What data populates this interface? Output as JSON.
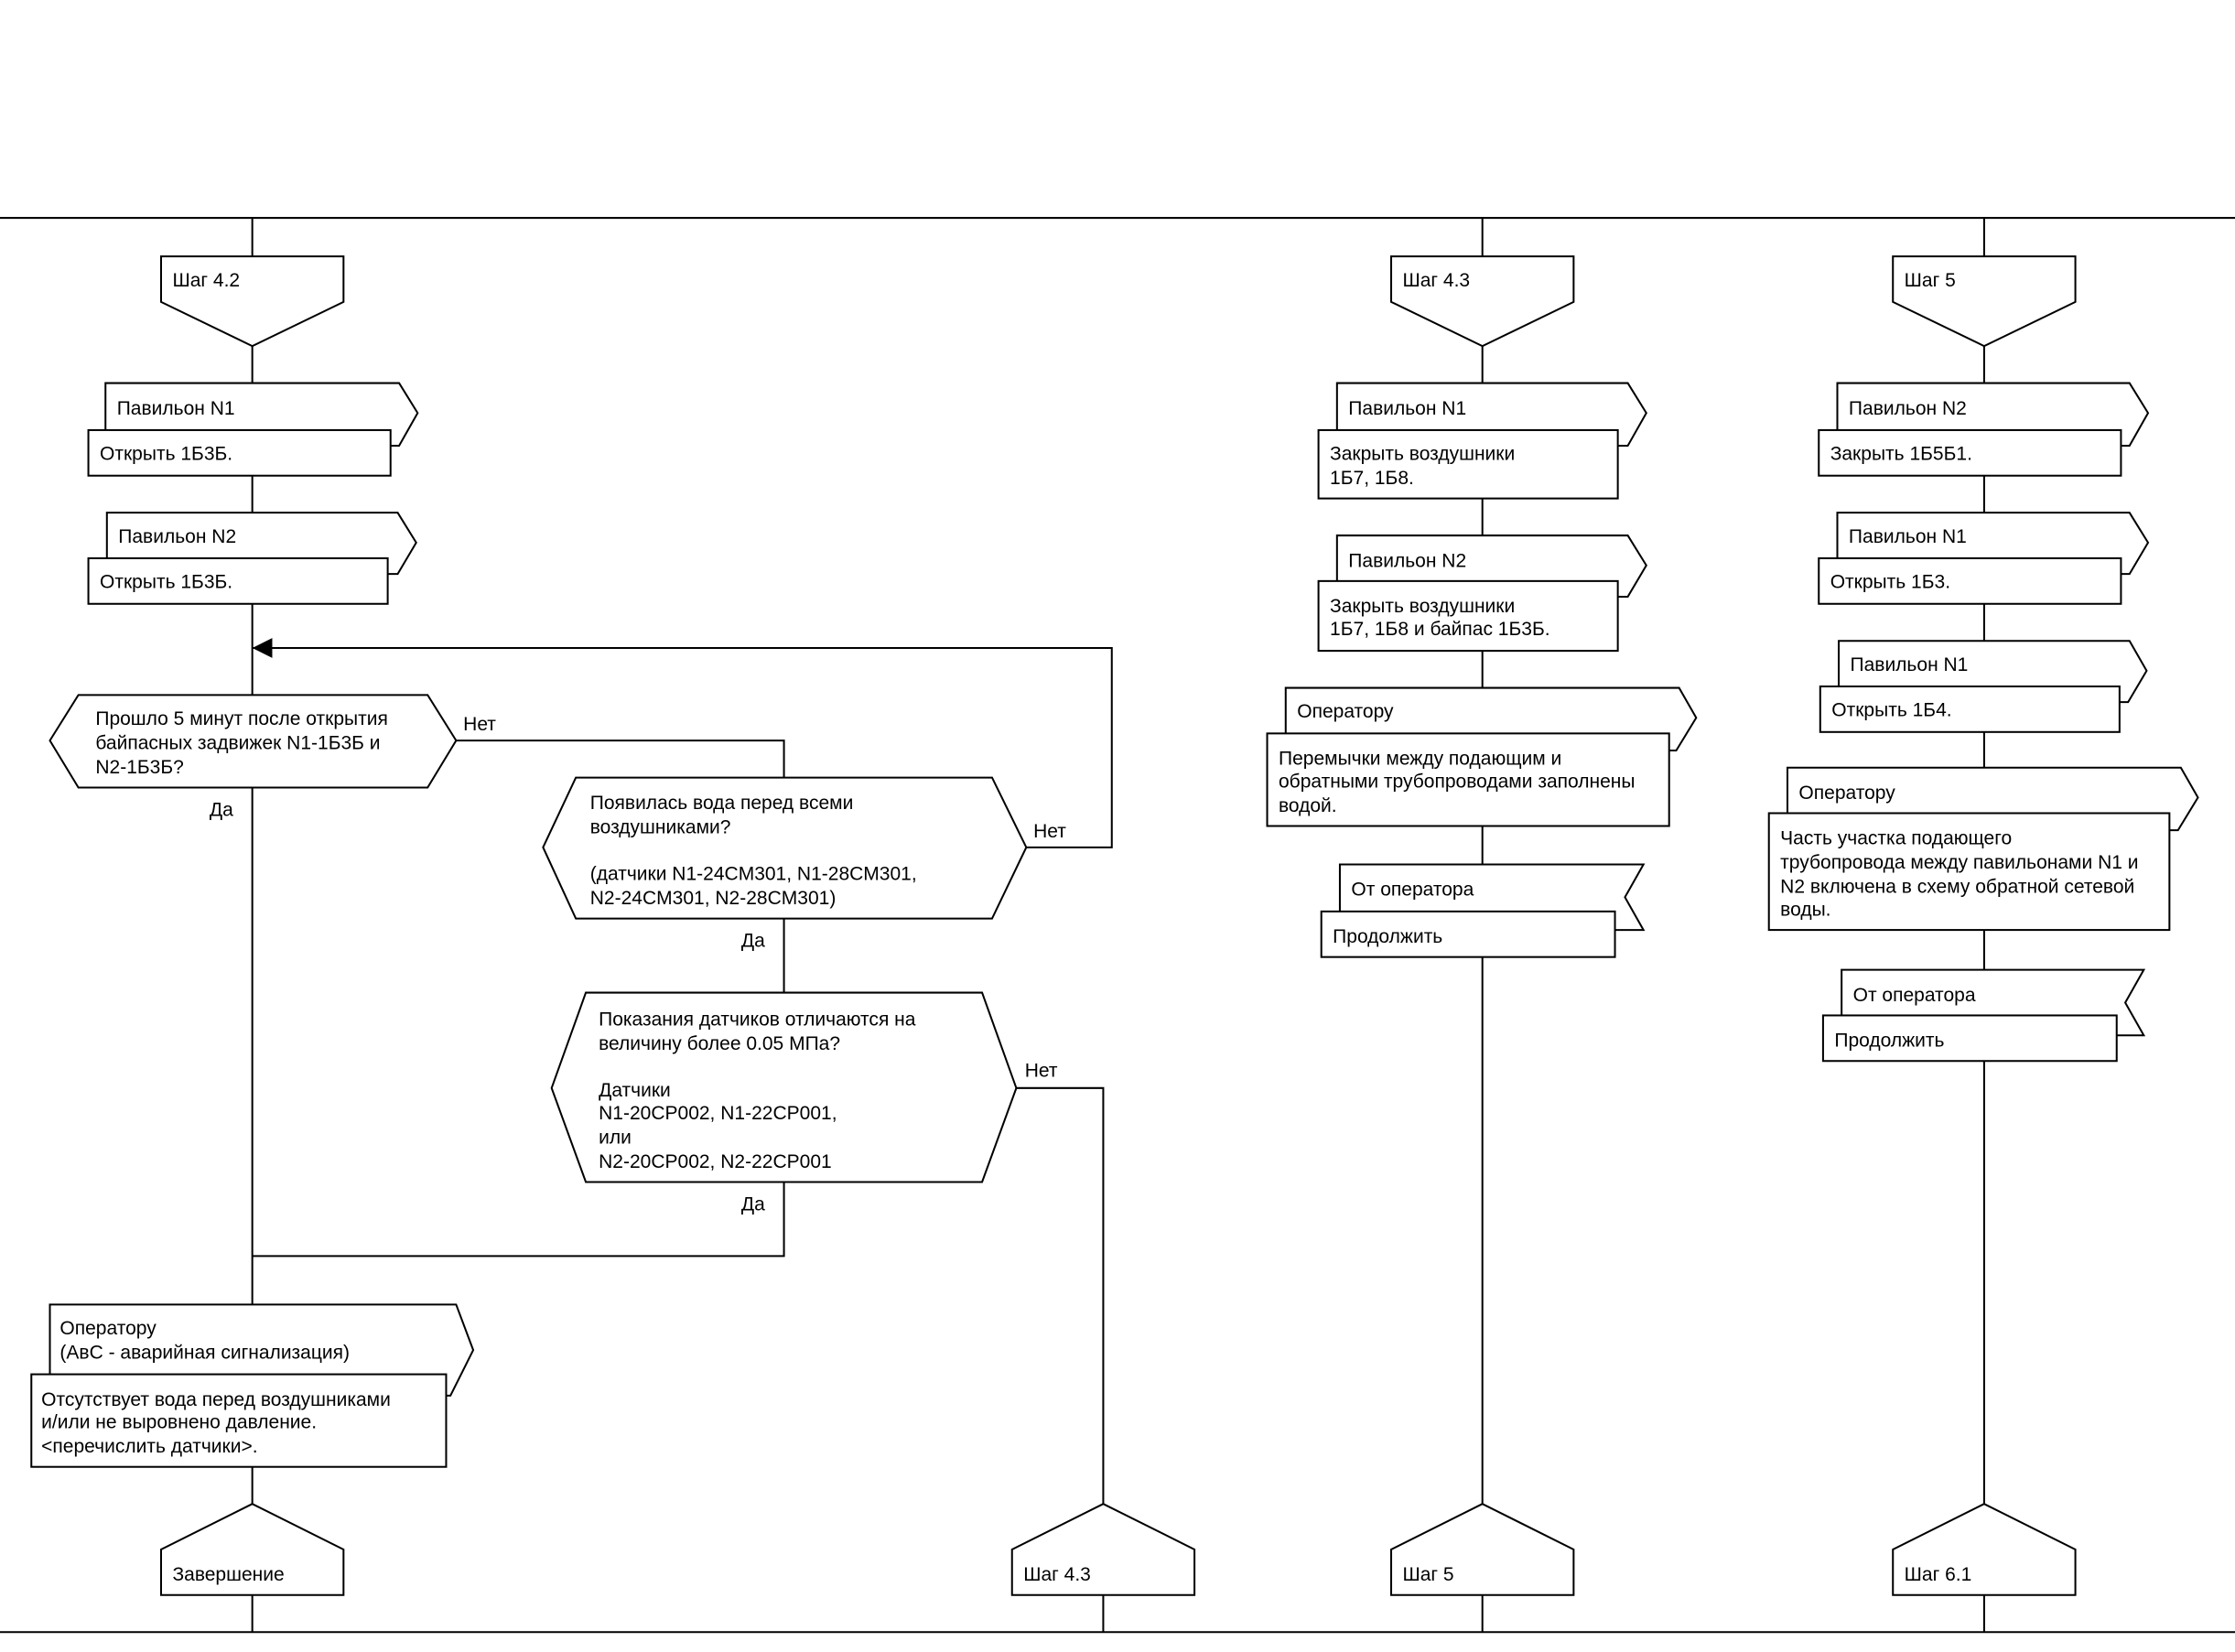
{
  "steps_in": {
    "s42": "Шаг 4.2",
    "s43": "Шаг 4.3",
    "s5": "Шаг 5"
  },
  "steps_out": {
    "end": "Завершение",
    "s43": "Шаг 4.3",
    "s5": "Шаг 5",
    "s61": "Шаг 6.1"
  },
  "col1": {
    "p1_header": "Павильон N1",
    "p1_action": "Открыть 1Б3Б.",
    "p2_header": "Павильон N2",
    "p2_action": "Открыть 1Б3Б.",
    "decision1": [
      "Прошло 5 минут после открытия",
      "байпасных задвижек N1-1Б3Б и",
      "N2-1Б3Б?"
    ],
    "decision2": [
      "Появилась вода перед всеми",
      "воздушниками?",
      "",
      "(датчики N1-24CM301, N1-28CM301,",
      "N2-24CM301, N2-28CM301)"
    ],
    "decision3": [
      "Показания датчиков отличаются на",
      "величину более 0.05 МПа?",
      "",
      "Датчики",
      "N1-20CP002, N1-22CP001,",
      "или",
      "N2-20CP002, N2-22CP001"
    ],
    "op_header": [
      "Оператору",
      "(АвС - аварийная сигнализация)"
    ],
    "op_text": [
      "Отсутствует вода перед воздушниками",
      "и/или не выровнено давление.",
      "<перечислить датчики>."
    ]
  },
  "labels": {
    "yes": "Да",
    "no": "Нет"
  },
  "col3": {
    "p1_header": "Павильон N1",
    "p1_action": [
      "Закрыть  воздушники",
      "1Б7, 1Б8."
    ],
    "p2_header": "Павильон N2",
    "p2_action": [
      "Закрыть  воздушники",
      "1Б7, 1Б8 и байпас 1Б3Б."
    ],
    "op_header": "Оператору",
    "op_text": [
      "Перемычки между подающим и",
      "обратными трубопроводами заполнены",
      "водой."
    ],
    "from_op_header": "От оператора",
    "from_op_action": "Продолжить"
  },
  "col4": {
    "p2_header": "Павильон N2",
    "p2_action": "Закрыть 1Б5Б1.",
    "p1_header": "Павильон N1",
    "p1_action": "Открыть 1Б3.",
    "p1b_header": "Павильон N1",
    "p1b_action": "Открыть 1Б4.",
    "op_header": "Оператору",
    "op_text": [
      "Часть участка подающего",
      "трубопровода между павильонами N1 и",
      "N2 включена в схему обратной сетевой",
      "воды."
    ],
    "from_op_header": "От оператора",
    "from_op_action": "Продолжить"
  }
}
